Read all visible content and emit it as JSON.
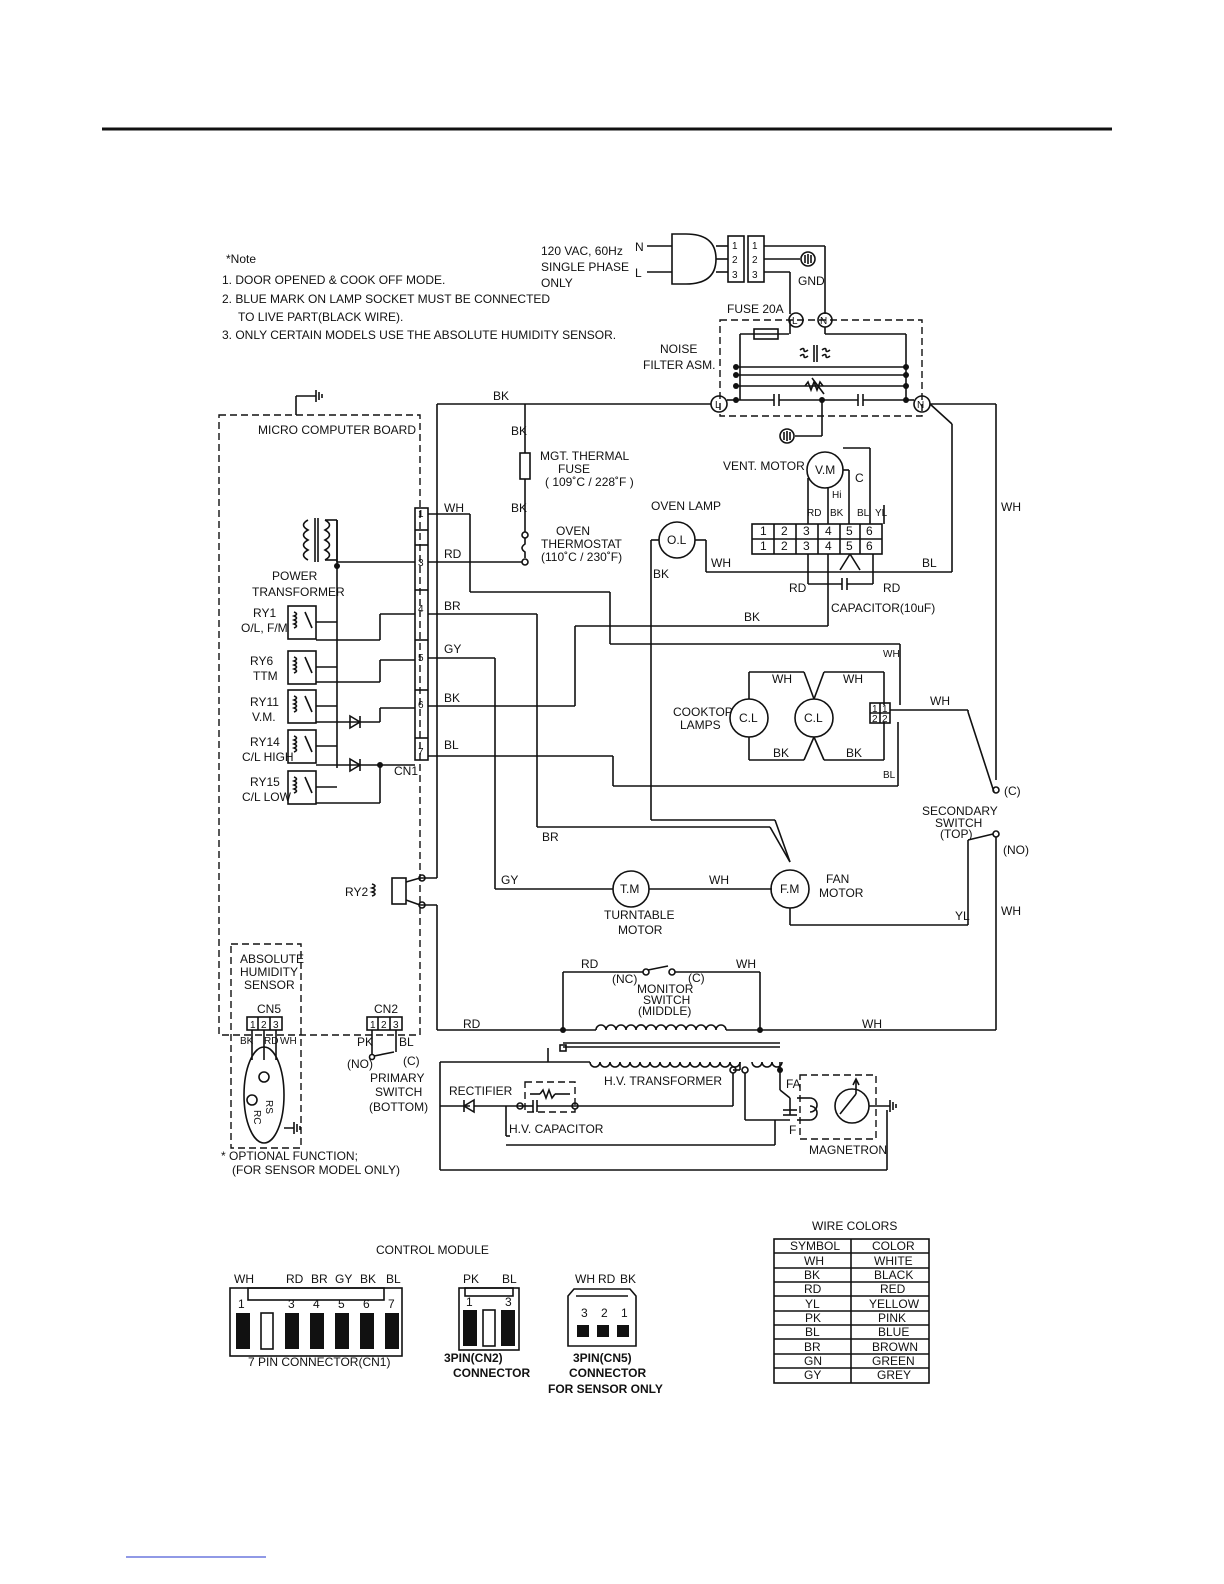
{
  "notes": {
    "heading": "*Note",
    "items": [
      "1. DOOR OPENED & COOK OFF MODE.",
      "2. BLUE MARK ON LAMP SOCKET MUST BE CONNECTED",
      "TO LIVE PART(BLACK WIRE).",
      "3. ONLY CERTAIN MODELS USE THE ABSOLUTE HUMIDITY SENSOR."
    ]
  },
  "power": {
    "line1": "120 VAC, 60Hz",
    "line2": "SINGLE  PHASE",
    "line3": "ONLY",
    "N": "N",
    "L": "L",
    "gnd": "GND",
    "fuse": "FUSE  20A",
    "noise1": "NOISE",
    "noise2": "FILTER  ASM.",
    "plug_pins_top": [
      "3",
      "2",
      "1"
    ]
  },
  "components": {
    "mcb": "MICRO COMPUTER BOARD",
    "power_tr1": "POWER",
    "power_tr2": "TRANSFORMER",
    "ry1a": "RY1",
    "ry1b": "O/L, F/M",
    "ry6a": "RY6",
    "ry6b": "TTM",
    "ry11a": "RY11",
    "ry11b": "V.M.",
    "ry14a": "RY14",
    "ry14b": "C/L HIGH",
    "ry15a": "RY15",
    "ry15b": "C/L LOW",
    "cn1": "CN1",
    "ry2": "RY2",
    "mgt1": "MGT. THERMAL",
    "mgt2": "FUSE",
    "mgt3": "( 109˚C / 228˚F )",
    "ov1": "OVEN",
    "ov2": "THERMOSTAT",
    "ov3": "(110˚C / 230˚F)",
    "vent": "VENT. MOTOR",
    "vm": "V.M",
    "vm_c": "C",
    "vm_hi": "Hi",
    "oven_lamp": "OVEN LAMP",
    "ol": "O.L",
    "capacitor": "CAPACITOR(10uF)",
    "cooktop1": "COOKTOP",
    "cooktop2": "LAMPS",
    "cl": "C.L",
    "sec1": "SECONDARY",
    "sec2": "SWITCH",
    "sec3": "(TOP)",
    "sec_c": "(C)",
    "sec_no": "(NO)",
    "tm": "T.M",
    "tm1": "TURNTABLE",
    "tm2": "MOTOR",
    "fm": "F.M",
    "fm1": "FAN",
    "fm2": "MOTOR",
    "ahs1": "ABSOLUTE",
    "ahs2": "HUMIDITY",
    "ahs3": "SENSOR",
    "cn5": "CN5",
    "cn2": "CN2",
    "mon_nc": "(NC)",
    "mon_c": "(C)",
    "mon1": "MONITOR",
    "mon2": "SWITCH",
    "mon3": "(MIDDLE)",
    "prim_no": "(NO)",
    "prim_c": "(C)",
    "prim1": "PRIMARY",
    "prim2": "SWITCH",
    "prim3": "(BOTTOM)",
    "hvt": "H.V. TRANSFORMER",
    "rect": "RECTIFIER",
    "hvc": "H.V. CAPACITOR",
    "mag": "MAGNETRON",
    "fa": "FA",
    "f": "F",
    "rs": "RS",
    "rc": "RC",
    "opt1": "* OPTIONAL FUNCTION;",
    "opt2": "(FOR SENSOR MODEL ONLY)"
  },
  "wires": {
    "BK": "BK",
    "WH": "WH",
    "RD": "RD",
    "BR": "BR",
    "GY": "GY",
    "BL": "BL",
    "YL": "YL",
    "PK": "PK"
  },
  "cn1_pins": [
    "1",
    "3",
    "4",
    "5",
    "6",
    "7"
  ],
  "terminal_block": [
    "1",
    "2",
    "3",
    "4",
    "5",
    "6"
  ],
  "terminal_2": [
    "1",
    "2"
  ],
  "cn_small": [
    "1",
    "2",
    "3"
  ],
  "control_module": {
    "title": "CONTROL MODULE",
    "cn1_colors": [
      "WH",
      "RD",
      "BR",
      "GY",
      "BK",
      "BL"
    ],
    "cn1_nums": [
      "1",
      "3",
      "4",
      "5",
      "6",
      "7"
    ],
    "cn1_label": "7 PIN CONNECTOR(CN1)",
    "cn2_colors": [
      "PK",
      "BL"
    ],
    "cn2_nums": [
      "1",
      "3"
    ],
    "cn2_label1": "3PIN(CN2)",
    "cn2_label2": "CONNECTOR",
    "cn5_colors": [
      "WH",
      "RD",
      "BK"
    ],
    "cn5_nums": [
      "3",
      "2",
      "1"
    ],
    "cn5_label1": "3PIN(CN5)",
    "cn5_label2": "CONNECTOR",
    "cn5_label3": "FOR SENSOR ONLY"
  },
  "wire_colors": {
    "title": "WIRE COLORS",
    "headers": [
      "SYMBOL",
      "COLOR"
    ],
    "rows": [
      [
        "WH",
        "WHITE"
      ],
      [
        "BK",
        "BLACK"
      ],
      [
        "RD",
        "RED"
      ],
      [
        "YL",
        "YELLOW"
      ],
      [
        "PK",
        "PINK"
      ],
      [
        "BL",
        "BLUE"
      ],
      [
        "BR",
        "BROWN"
      ],
      [
        "GN",
        "GREEN"
      ],
      [
        "GY",
        "GREY"
      ]
    ]
  }
}
